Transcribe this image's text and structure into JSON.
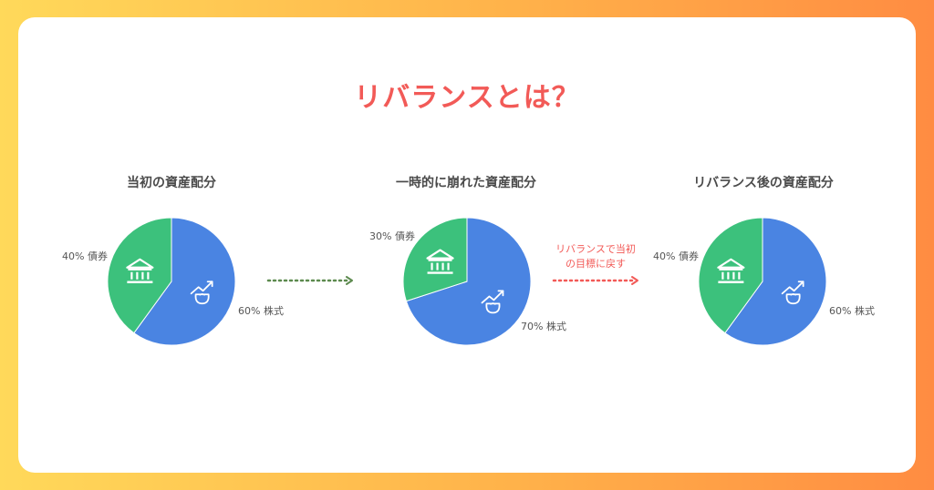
{
  "title": "リバランスとは？",
  "colors": {
    "bonds": "#3cc17c",
    "stocks": "#4a84e2",
    "arrow_green": "#5c8a4e",
    "arrow_red": "#f25a57",
    "accent": "#f25a57"
  },
  "icons": {
    "bonds": "bank-icon",
    "stocks": "growth-plant-icon"
  },
  "panels": [
    {
      "title": "当初の資産配分",
      "bonds_label": "40% 債券",
      "stocks_label": "60% 株式"
    },
    {
      "title": "一時的に崩れた資産配分",
      "bonds_label": "30% 債券",
      "stocks_label": "70% 株式"
    },
    {
      "title": "リバランス後の資産配分",
      "bonds_label": "40% 債券",
      "stocks_label": "60% 株式"
    }
  ],
  "arrow_label": {
    "line1": "リバランスで当初",
    "line2": "の目標に戻す"
  },
  "chart_data": [
    {
      "type": "pie",
      "title": "当初の資産配分",
      "categories": [
        "株式",
        "債券"
      ],
      "values": [
        60,
        40
      ]
    },
    {
      "type": "pie",
      "title": "一時的に崩れた資産配分",
      "categories": [
        "株式",
        "債券"
      ],
      "values": [
        70,
        30
      ]
    },
    {
      "type": "pie",
      "title": "リバランス後の資産配分",
      "categories": [
        "株式",
        "債券"
      ],
      "values": [
        60,
        40
      ]
    }
  ]
}
